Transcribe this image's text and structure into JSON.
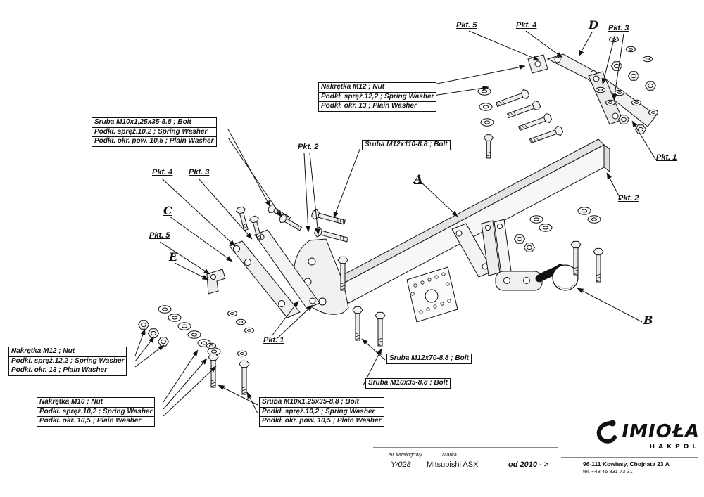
{
  "labels": {
    "pkt1": "Pkt. 1",
    "pkt2": "Pkt. 2",
    "pkt3": "Pkt. 3",
    "pkt4": "Pkt. 4",
    "pkt5": "Pkt. 5",
    "a": "A",
    "b": "B",
    "c": "C",
    "d": "D",
    "e": "E"
  },
  "callouts": {
    "nut_m12": {
      "lines": [
        "Nakrętka  M12 ; Nut",
        "Podkł. spręż.12,2 ; Spring Washer",
        "Podkł. okr. 13 ; Plain Washer"
      ]
    },
    "nut_m10": {
      "lines": [
        "Nakrętka  M10 ; Nut",
        "Podkł. spręż.10,2 ; Spring Washer",
        "Podkł. okr. 10,5 ; Plain Washer"
      ]
    },
    "bolt_m10_set": {
      "lines": [
        "Śruba M10x1,25x35-8.8 ;  Bolt",
        "Podkł. spręż.10,2 ; Spring Washer",
        "Podkł. okr. pow. 10,5 ; Plain Washer"
      ]
    },
    "bolt_m12x110": "Śruba M12x110-8.8 ;  Bolt",
    "bolt_m12x70": "Śruba M12x70-8.8 ;  Bolt",
    "bolt_m10x35": "Śruba M10x35-8.8 ;  Bolt"
  },
  "footer": {
    "catalog_label": "Nr katalogowy",
    "brand_label": "Marka",
    "catalog_number": "Y/028",
    "brand": "Mitsubishi ASX",
    "years": "od 2010 - >"
  },
  "manufacturer": {
    "logo_text": "IMIOŁA",
    "logo_sub": "HAKPOL",
    "address": "96-111 Kowiesy, Chojnata 23 A",
    "phone": "tel. +48 46 831 73 31"
  }
}
